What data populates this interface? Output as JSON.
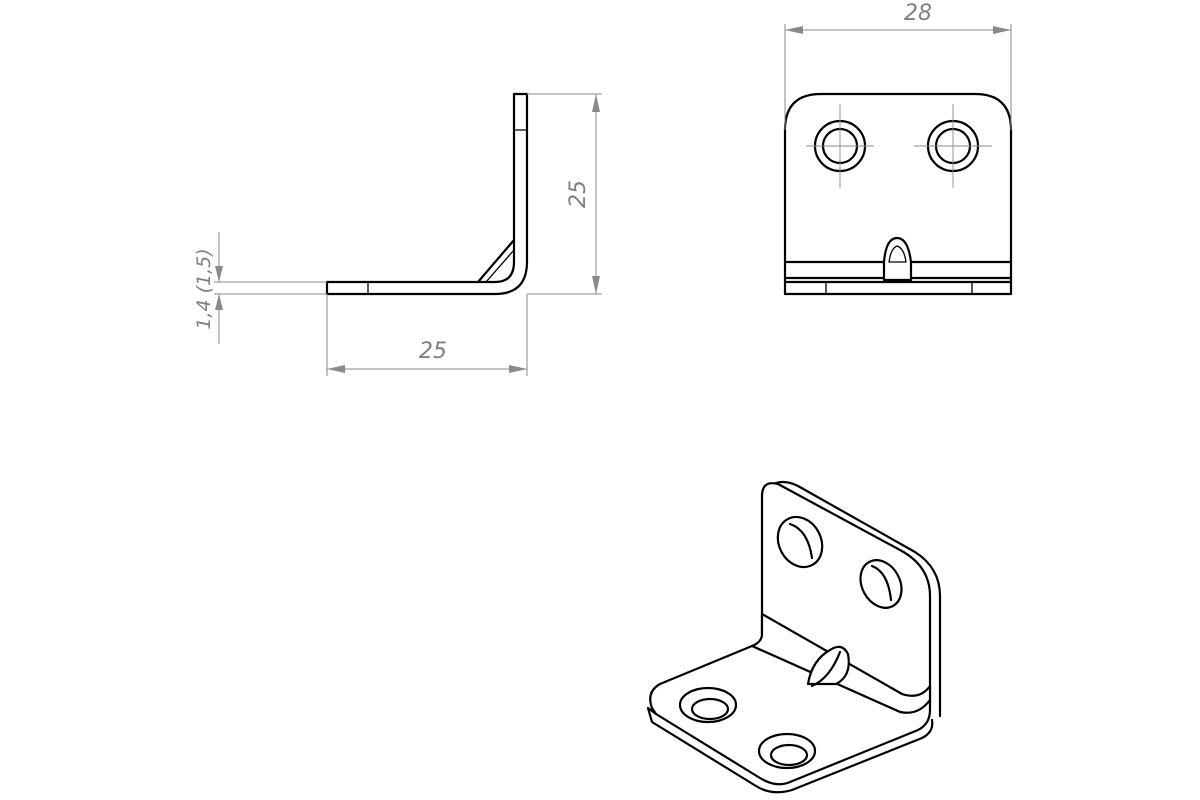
{
  "dimensions": {
    "side_height": "25",
    "side_width": "25",
    "thickness": "1,4 (1,5)",
    "front_width": "28"
  }
}
